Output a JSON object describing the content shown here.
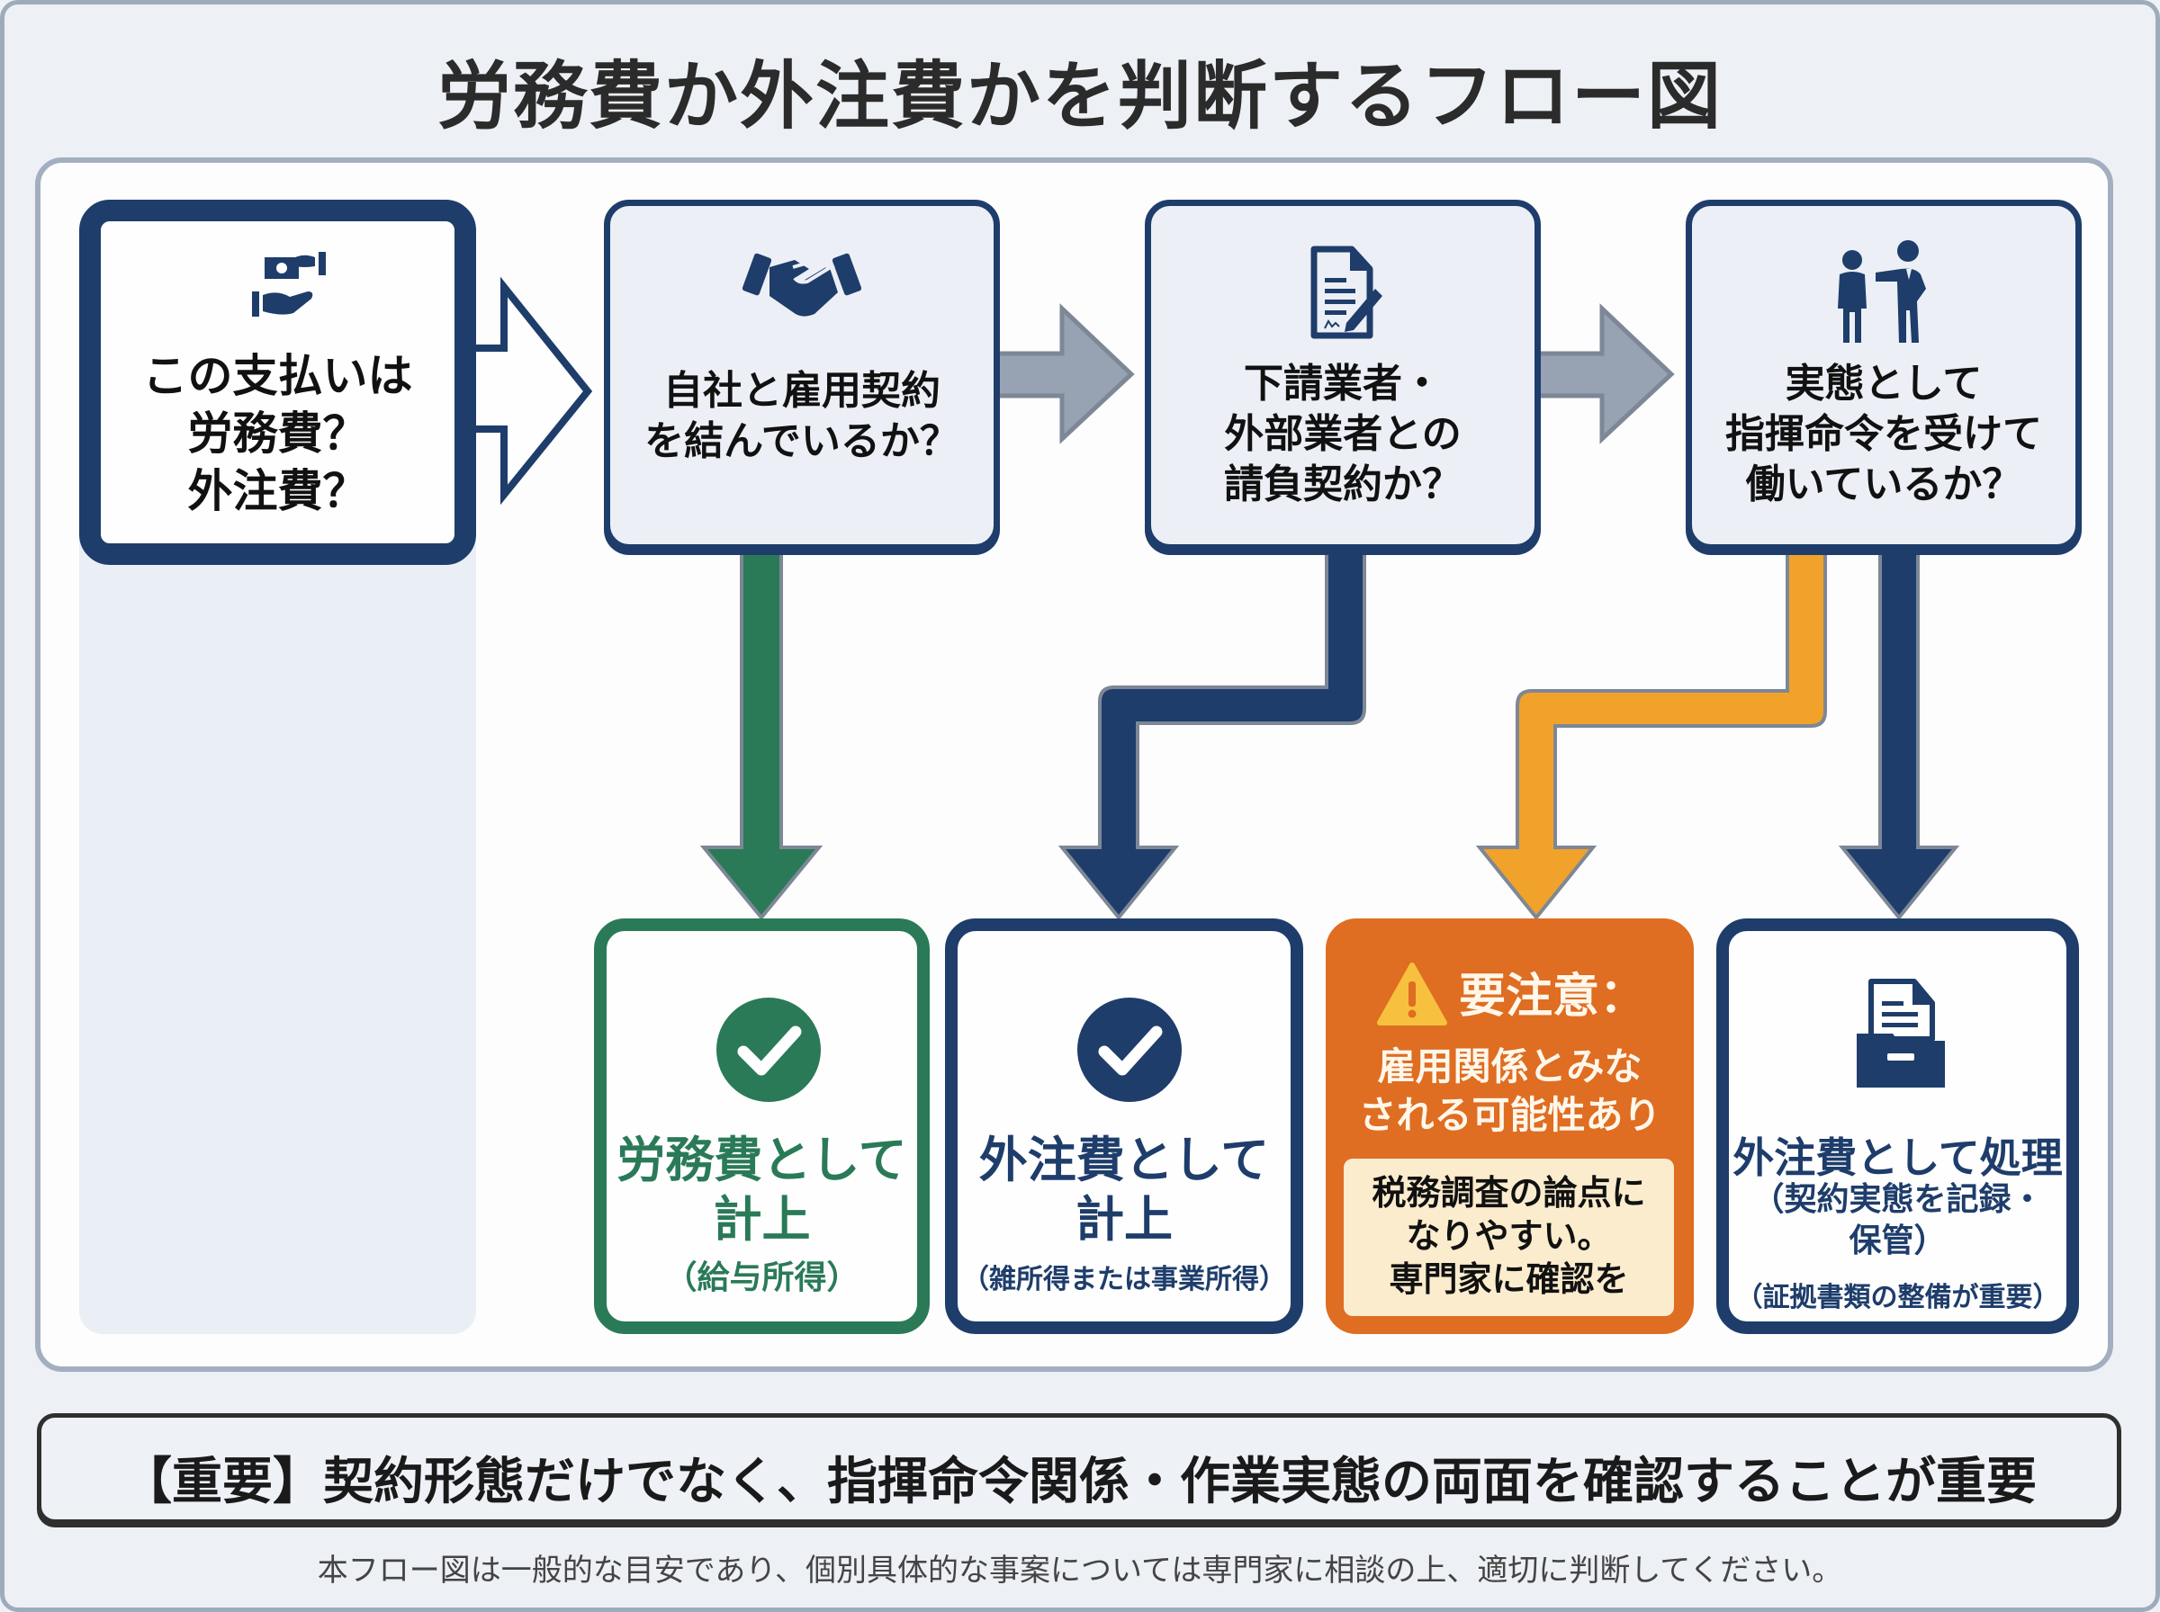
{
  "title": "労務費か外注費かを判断するフロー図",
  "colors": {
    "navy": "#1e3d6b",
    "green": "#2a7a57",
    "orange": "#df6d22",
    "amber": "#f0a22b",
    "gray_arrow": "#97a3b3"
  },
  "start": {
    "icon": "money-hands-icon",
    "lines": [
      "この支払いは",
      "労務費？",
      "外注費？"
    ]
  },
  "questions": [
    {
      "icon": "handshake-icon",
      "lines": [
        "自社と雇用契約",
        "を結んでいるか？"
      ]
    },
    {
      "icon": "contract-document-icon",
      "lines": [
        "下請業者・",
        "外部業者との",
        "請負契約か？"
      ]
    },
    {
      "icon": "supervisor-instruction-icon",
      "lines": [
        "実態として",
        "指揮命令を受けて",
        "働いているか？"
      ]
    }
  ],
  "results": [
    {
      "icon": "check-circle-icon",
      "title_lines": [
        "労務費として",
        "計上"
      ],
      "sub": "（給与所得）",
      "color": "#2a7a57"
    },
    {
      "icon": "check-circle-icon",
      "title_lines": [
        "外注費として",
        "計上"
      ],
      "sub": "（雑所得または事業所得）",
      "color": "#1e3d6b"
    },
    {
      "icon": "warning-icon",
      "heading": "要注意：",
      "lines": [
        "雇用関係とみな",
        "される可能性あり"
      ],
      "callout_lines": [
        "税務調査の論点に",
        "なりやすい。",
        "専門家に確認を"
      ],
      "color": "#df6d22"
    },
    {
      "icon": "file-cabinet-icon",
      "title": "外注費として処理",
      "sub_lines": [
        "（契約実態を記録・",
        "保管）"
      ],
      "note": "（証拠書類の整備が重要）",
      "color": "#1e3d6b"
    }
  ],
  "important": "【重要】契約形態だけでなく、指揮命令関係・作業実態の両面を確認することが重要",
  "footer": "本フロー図は一般的な目安であり、個別具体的な事案については専門家に相談の上、適切に判断してください。"
}
